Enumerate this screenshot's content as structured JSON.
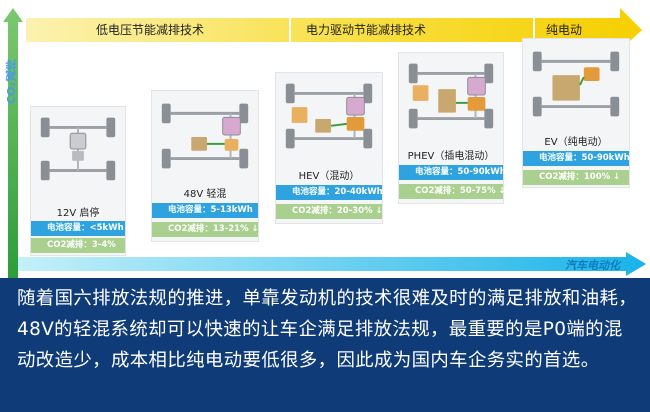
{
  "header": {
    "low_voltage": "低电压节能减排技术",
    "drive": "电力驱动节能减排技术",
    "ev": "纯电动"
  },
  "axis": {
    "y_label": "CO₂减排",
    "x_label": "汽车电动化"
  },
  "stages": [
    {
      "name": "12V 启停",
      "capacity": "电池容量：<5kWh",
      "co2": "CO2减排：3-4%"
    },
    {
      "name": "48V 轻混",
      "capacity": "电池容量：5-13kWh",
      "co2": "CO2减排：13-21% ↓"
    },
    {
      "name": "HEV（混动）",
      "capacity": "电池容量：20-40kWh",
      "co2": "CO2减排：20-30% ↓"
    },
    {
      "name": "PHEV（插电混动）",
      "capacity": "电池容量：50-90kWh",
      "co2": "CO2减排：50-75% ↓"
    },
    {
      "name": "EV（纯电动）",
      "capacity": "电池容量：50-90kWh",
      "co2": "CO2减排：100% ↓"
    }
  ],
  "colors": {
    "arrow": "#f7d313",
    "panel": "#0f3c78",
    "capacity_bar": "#2fa3e0",
    "co2_bar": "#a9d08e"
  },
  "caption": "随着国六排放法规的推进，单靠发动机的技术很难及时的满足排放和油耗，48V的轻混系统却可以快速的让车企满足排放法规，最重要的是P0端的混动改造少，成本相比纯电动要低很多，因此成为国内车企务实的首选。"
}
